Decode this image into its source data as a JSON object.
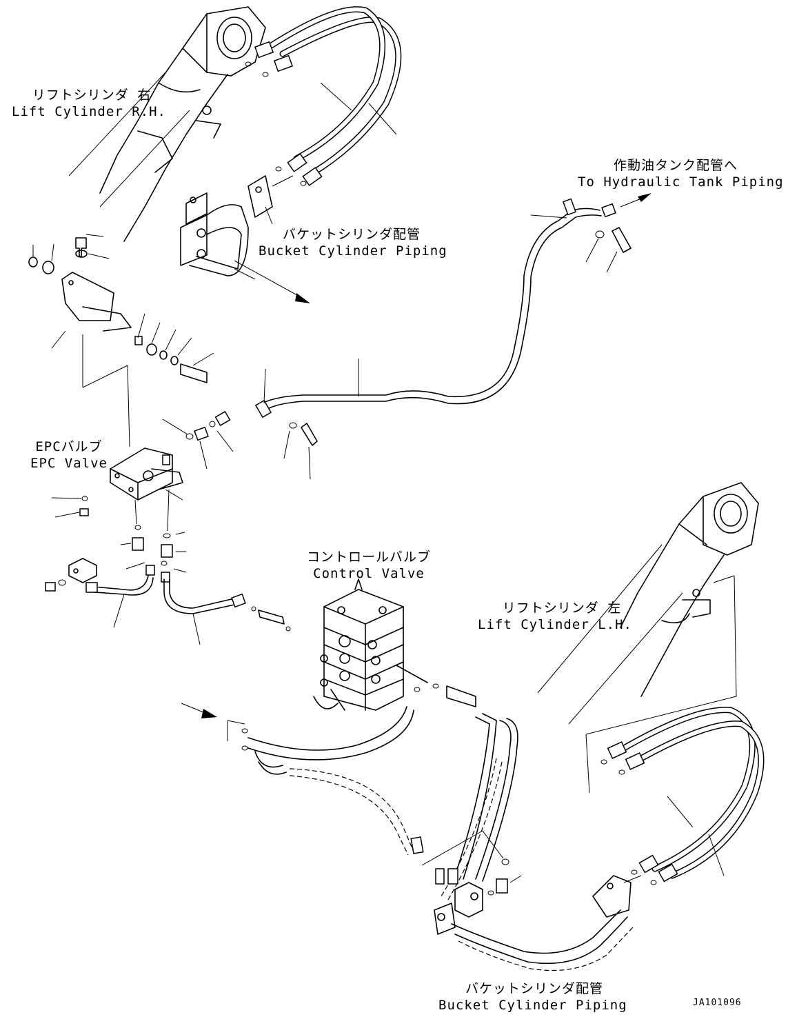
{
  "drawing_code": "JA101096",
  "labels": {
    "lift_cyl_rh_jp": "リフトシリンダ 右",
    "lift_cyl_rh_en": "Lift Cylinder R.H.",
    "tank_jp": "作動油タンク配管へ",
    "tank_en": "To Hydraulic Tank Piping",
    "bucket_upper_jp": "バケットシリンダ配管",
    "bucket_upper_en": "Bucket Cylinder Piping",
    "epc_jp": "EPCバルブ",
    "epc_en": "EPC Valve",
    "control_jp": "コントロールバルブ",
    "control_en": "Control Valve",
    "lift_cyl_lh_jp": "リフトシリンダ 左",
    "lift_cyl_lh_en": "Lift Cylinder L.H.",
    "bucket_lower_jp": "バケットシリンダ配管",
    "bucket_lower_en": "Bucket Cylinder Piping"
  }
}
